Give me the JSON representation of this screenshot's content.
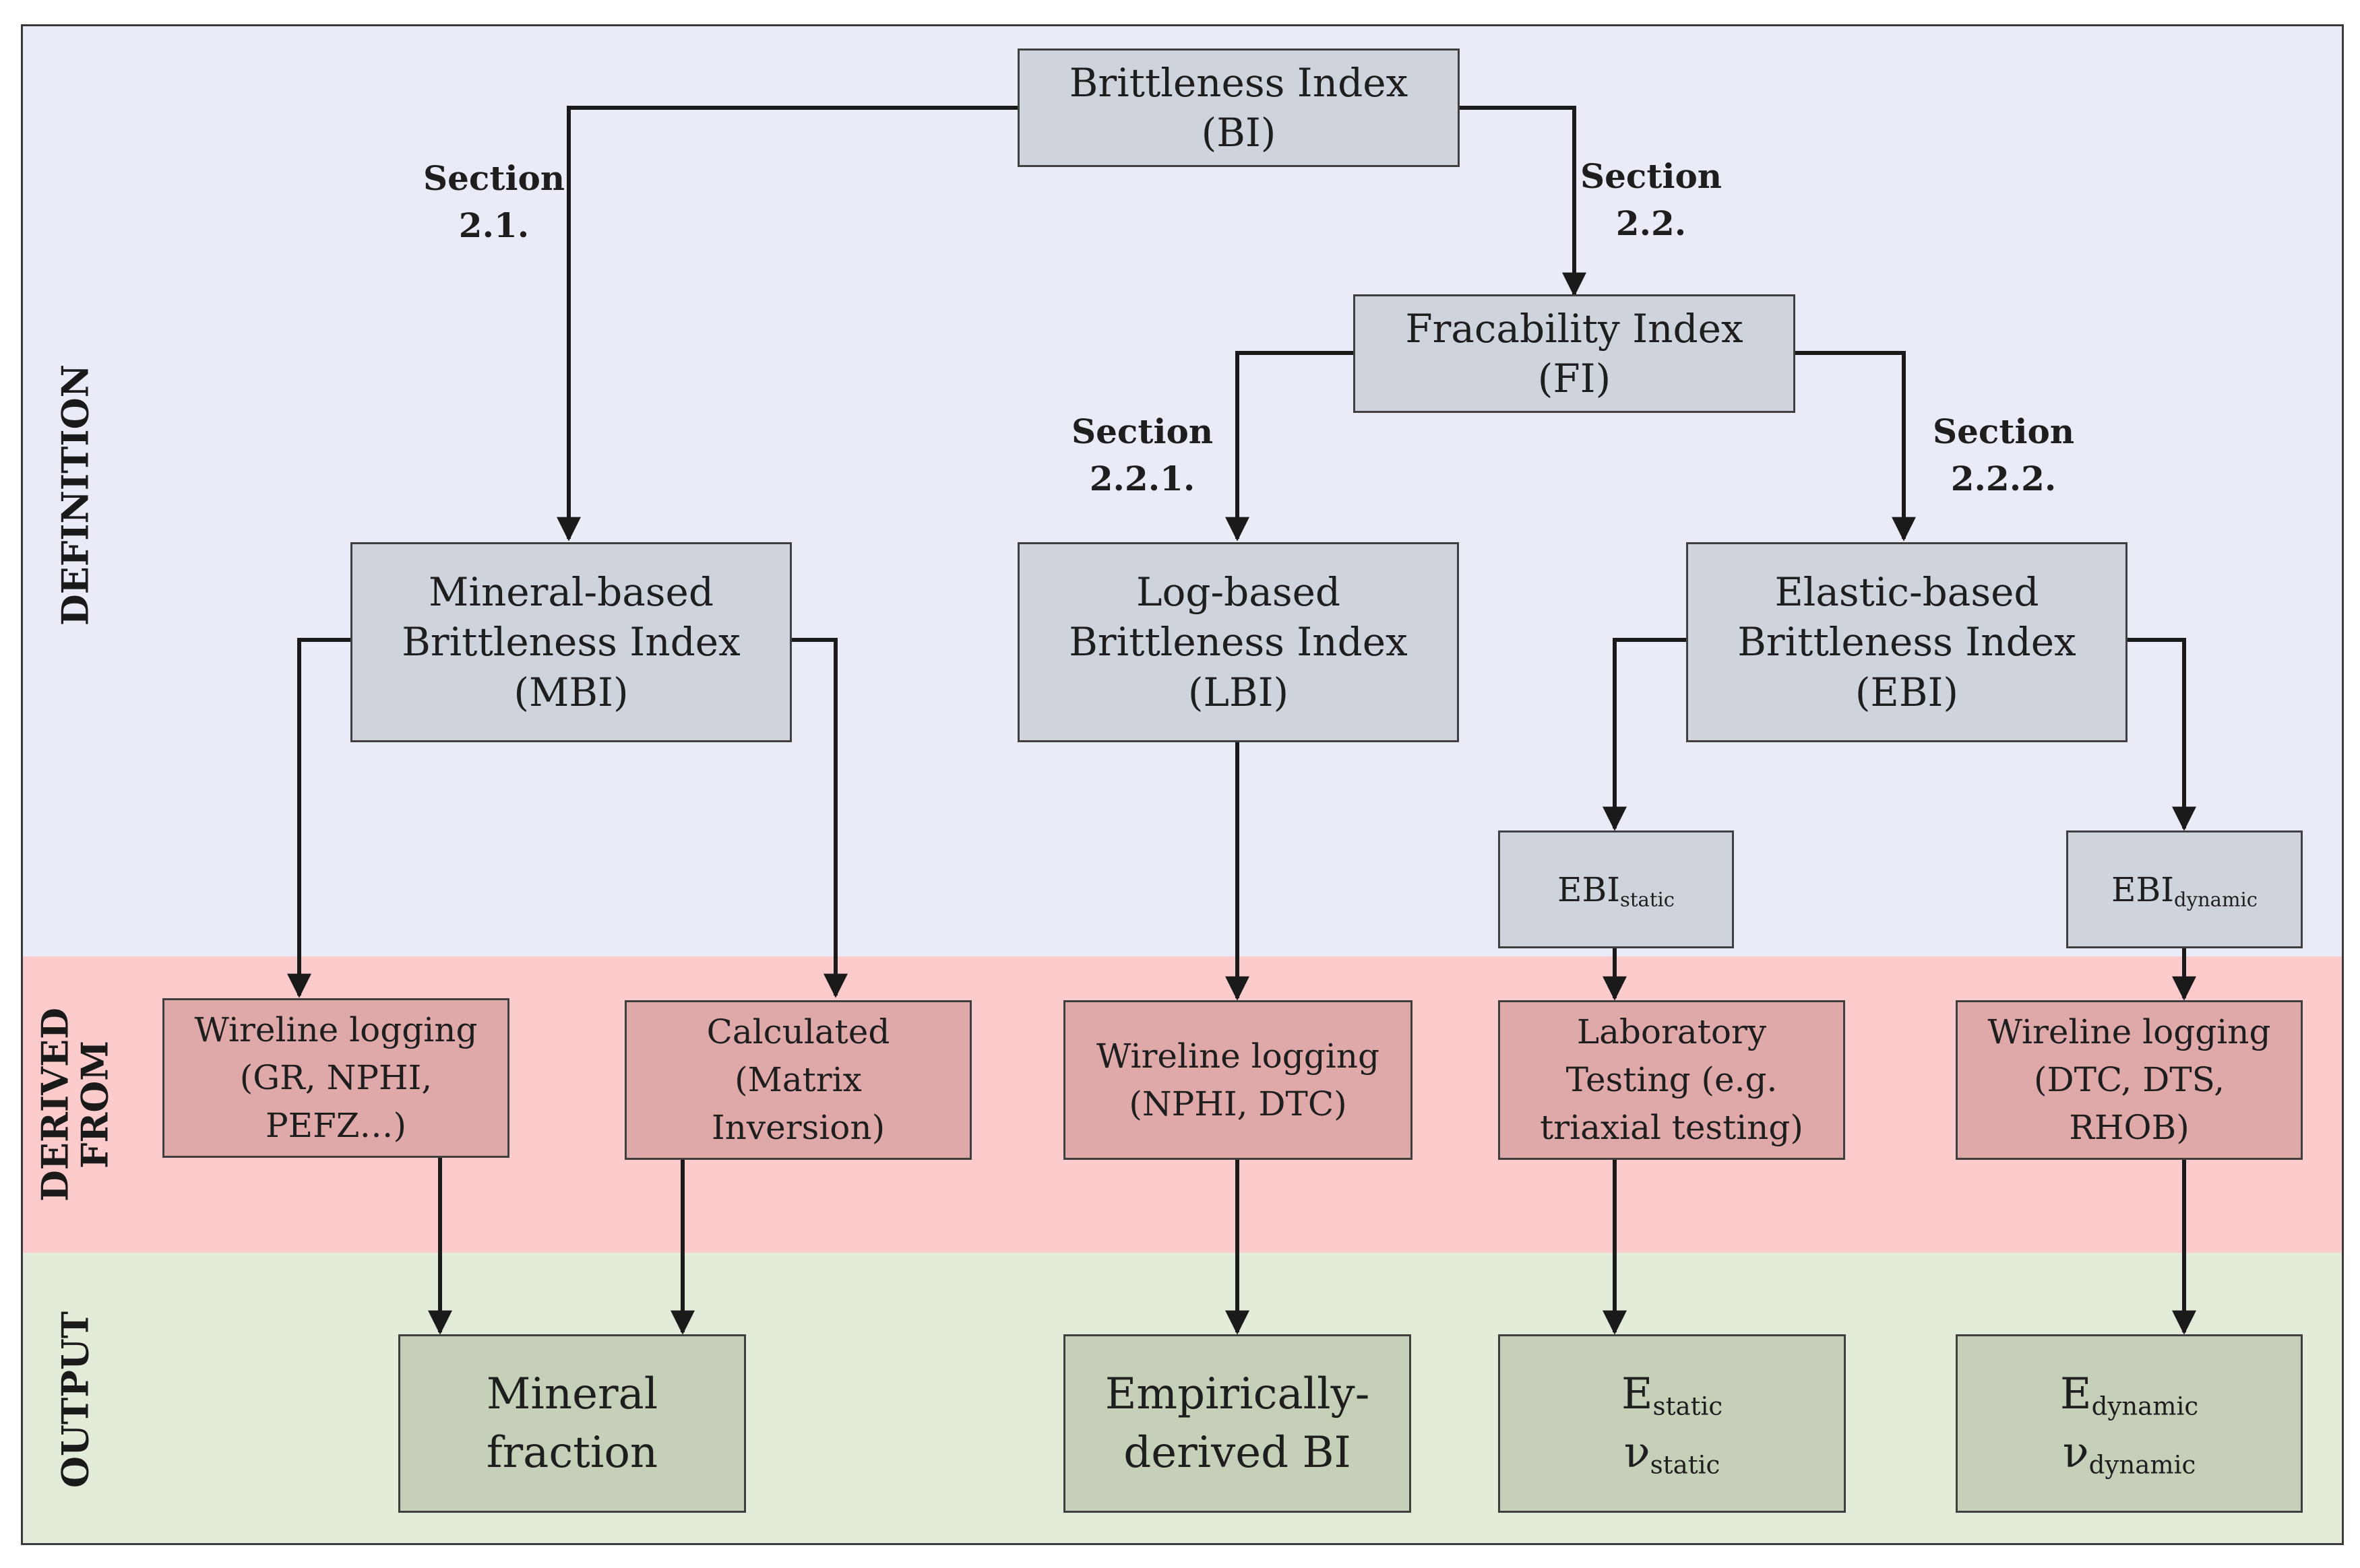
{
  "bands": {
    "definition": "DEFINITION",
    "derived_from": "DERIVED FROM",
    "output": "OUTPUT"
  },
  "sections": {
    "s21": "Section 2.1.",
    "s22": "Section 2.2.",
    "s221": "Section 2.2.1.",
    "s222": "Section 2.2.2."
  },
  "definition_boxes": {
    "bi": "Brittleness Index (BI)",
    "fi": "Fracability Index (FI)",
    "mbi": "Mineral-based Brittleness Index (MBI)",
    "lbi": "Log-based Brittleness Index (LBI)",
    "ebi": "Elastic-based Brittleness Index (EBI)"
  },
  "ebi_variants": {
    "static_base": "EBI",
    "static_sub": "static",
    "dynamic_base": "EBI",
    "dynamic_sub": "dynamic"
  },
  "derived_boxes": {
    "wireline_mbi": "Wireline logging (GR, NPHI, PEFZ…)",
    "calculated": "Calculated (Matrix Inversion)",
    "wireline_lbi": "Wireline logging (NPHI, DTC)",
    "laboratory": "Laboratory Testing (e.g. triaxial testing)",
    "wireline_ebi": "Wireline logging (DTC, DTS, RHOB)"
  },
  "output_boxes": {
    "mineral": "Mineral fraction",
    "empirical": "Empirically-derived BI",
    "e_static_base": "E",
    "e_static_sub": "static",
    "v_static_base": "ν",
    "v_static_sub": "static",
    "e_dynamic_base": "E",
    "e_dynamic_sub": "dynamic",
    "v_dynamic_base": "ν",
    "v_dynamic_sub": "dynamic"
  },
  "colors": {
    "definition_band": "#e9ecf6",
    "derived_band": "#fccccc",
    "output_band": "#e2ecd9",
    "definition_box": "#cfd3dc",
    "derived_box": "#e0a9a9",
    "output_box": "#c6d0b9",
    "line": "#1a1a1a"
  }
}
